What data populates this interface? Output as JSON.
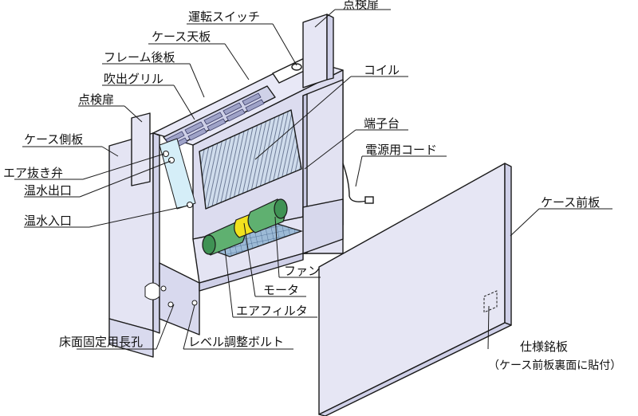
{
  "labels": {
    "inspection_door_top": "点検扉",
    "operation_switch": "運転スイッチ",
    "case_top_plate": "ケース天板",
    "frame_rear_plate": "フレーム後板",
    "outlet_grille": "吹出グリル",
    "inspection_door_left": "点検扉",
    "coil": "コイル",
    "case_side_plate": "ケース側板",
    "terminal_block": "端子台",
    "power_cord": "電源用コード",
    "air_vent_valve": "エア抜き弁",
    "hot_water_outlet": "温水出口",
    "hot_water_inlet": "温水入口",
    "case_front_plate": "ケース前板",
    "fan": "ファン",
    "motor": "モータ",
    "air_filter": "エアフィルタ",
    "floor_fixing_slot": "床面固定用長孔",
    "level_adjust_bolt": "レベル調整ボルト",
    "nameplate_line1": "仕様銘板",
    "nameplate_line2": "（ケース前板裏面に貼付）"
  },
  "colors": {
    "casing": "#e6e6f4",
    "casing_dark": "#cfd0e8",
    "coil": "#c9d9ea",
    "fan": "#5fb070",
    "motor": "#f2e21e",
    "filter": "#7fa6c8",
    "panel_blue": "#d7eef8",
    "line": "#1a1a1a"
  }
}
